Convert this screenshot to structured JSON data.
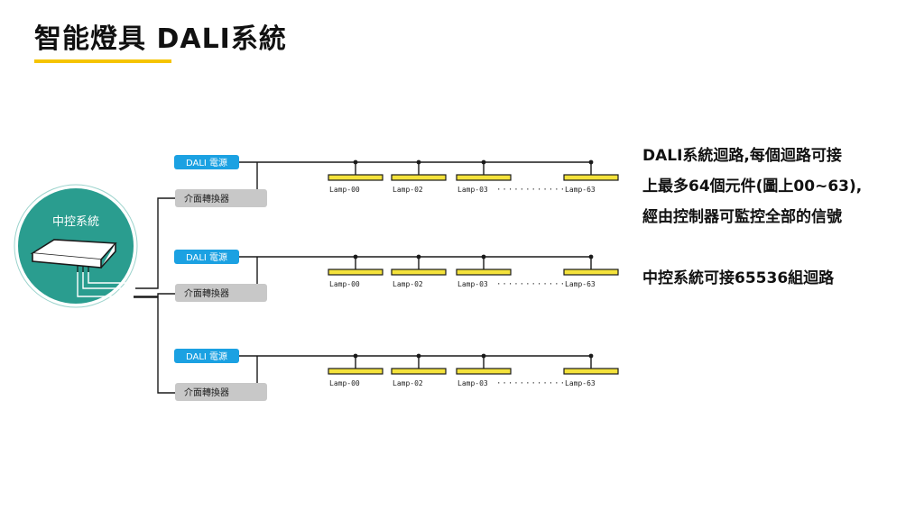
{
  "title": "智能燈具 DALI系統",
  "colors": {
    "accent": "#f5c400",
    "controller": "#2a9d8f",
    "power": "#1ba1e2",
    "converter": "#c8c8c8",
    "lamp": "#f4e23b"
  },
  "controller": {
    "label": "中控系統"
  },
  "circuits": [
    {
      "power_label": "DALI 電源",
      "converter_label": "介面轉換器",
      "lamps": [
        "Lamp-00",
        "Lamp-02",
        "Lamp-03",
        "Lamp-63"
      ],
      "dots": "············"
    },
    {
      "power_label": "DALI 電源",
      "converter_label": "介面轉換器",
      "lamps": [
        "Lamp-00",
        "Lamp-02",
        "Lamp-03",
        "Lamp-63"
      ],
      "dots": "············"
    },
    {
      "power_label": "DALI 電源",
      "converter_label": "介面轉換器",
      "lamps": [
        "Lamp-00",
        "Lamp-02",
        "Lamp-03",
        "Lamp-63"
      ],
      "dots": "············"
    }
  ],
  "description": {
    "line1": "DALI系統迴路,每個迴路可接",
    "line2": "上最多64個元件(圖上00~63),",
    "line3": "經由控制器可監控全部的信號",
    "line4": "中控系統可接65536組迴路"
  }
}
